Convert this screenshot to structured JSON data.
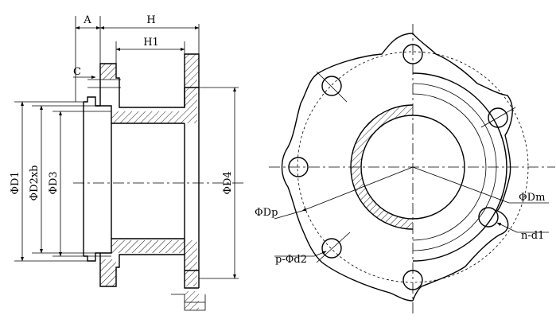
{
  "labels": {
    "a": "A",
    "h": "H",
    "h1": "H1",
    "c": "C",
    "d1": "ΦD1",
    "d2xb": "ΦD2xb",
    "d3": "ΦD3",
    "d4": "ΦD4",
    "dp": "ΦDp",
    "dm": "ΦDm",
    "nd1": "n-d1",
    "pd2": "p-Φd2"
  }
}
